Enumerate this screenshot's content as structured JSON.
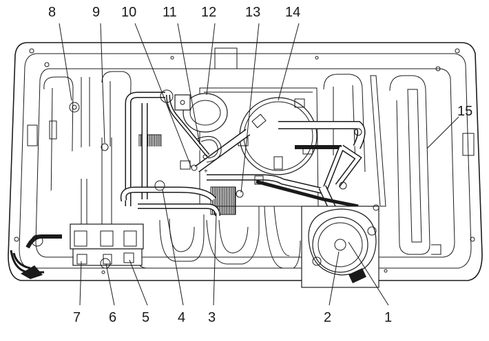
{
  "callouts": [
    {
      "id": "8",
      "text": "8"
    },
    {
      "id": "9",
      "text": "9"
    },
    {
      "id": "10",
      "text": "10"
    },
    {
      "id": "11",
      "text": "11"
    },
    {
      "id": "12",
      "text": "12"
    },
    {
      "id": "13",
      "text": "13"
    },
    {
      "id": "14",
      "text": "14"
    },
    {
      "id": "15",
      "text": "15"
    },
    {
      "id": "7",
      "text": "7"
    },
    {
      "id": "6",
      "text": "6"
    },
    {
      "id": "5",
      "text": "5"
    },
    {
      "id": "4",
      "text": "4"
    },
    {
      "id": "3",
      "text": "3"
    },
    {
      "id": "2",
      "text": "2"
    },
    {
      "id": "1",
      "text": "1"
    }
  ],
  "polarity": {
    "plus": "+",
    "minus": "−"
  },
  "colors": {
    "line": "#1a1a1a",
    "background": "#ffffff"
  }
}
